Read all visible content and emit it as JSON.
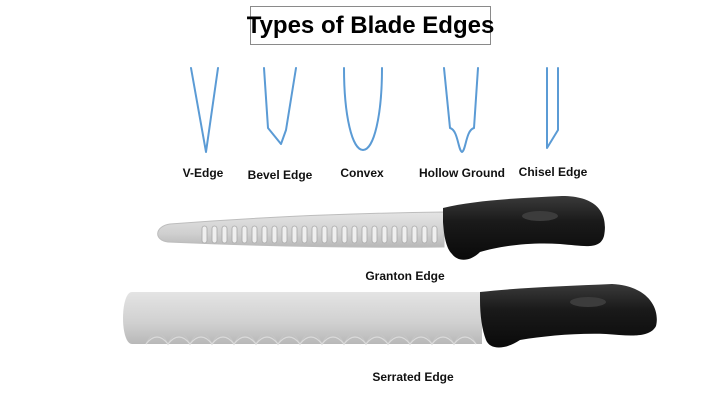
{
  "title": "Types of Blade Edges",
  "edges": [
    {
      "label": "V-Edge",
      "icon": "v-edge-profile-icon"
    },
    {
      "label": "Bevel Edge",
      "icon": "bevel-edge-profile-icon"
    },
    {
      "label": "Convex",
      "icon": "convex-edge-profile-icon"
    },
    {
      "label": "Hollow Ground",
      "icon": "hollow-ground-profile-icon"
    },
    {
      "label": "Chisel Edge",
      "icon": "chisel-edge-profile-icon"
    }
  ],
  "knives": [
    {
      "label": "Granton Edge",
      "icon": "granton-knife-icon"
    },
    {
      "label": "Serrated Edge",
      "icon": "serrated-knife-icon"
    }
  ],
  "colors": {
    "profile_line": "#5b9bd5",
    "blade": "#d4d4d4",
    "handle": "#1c1c1c",
    "title_border": "#8a8a8a"
  }
}
